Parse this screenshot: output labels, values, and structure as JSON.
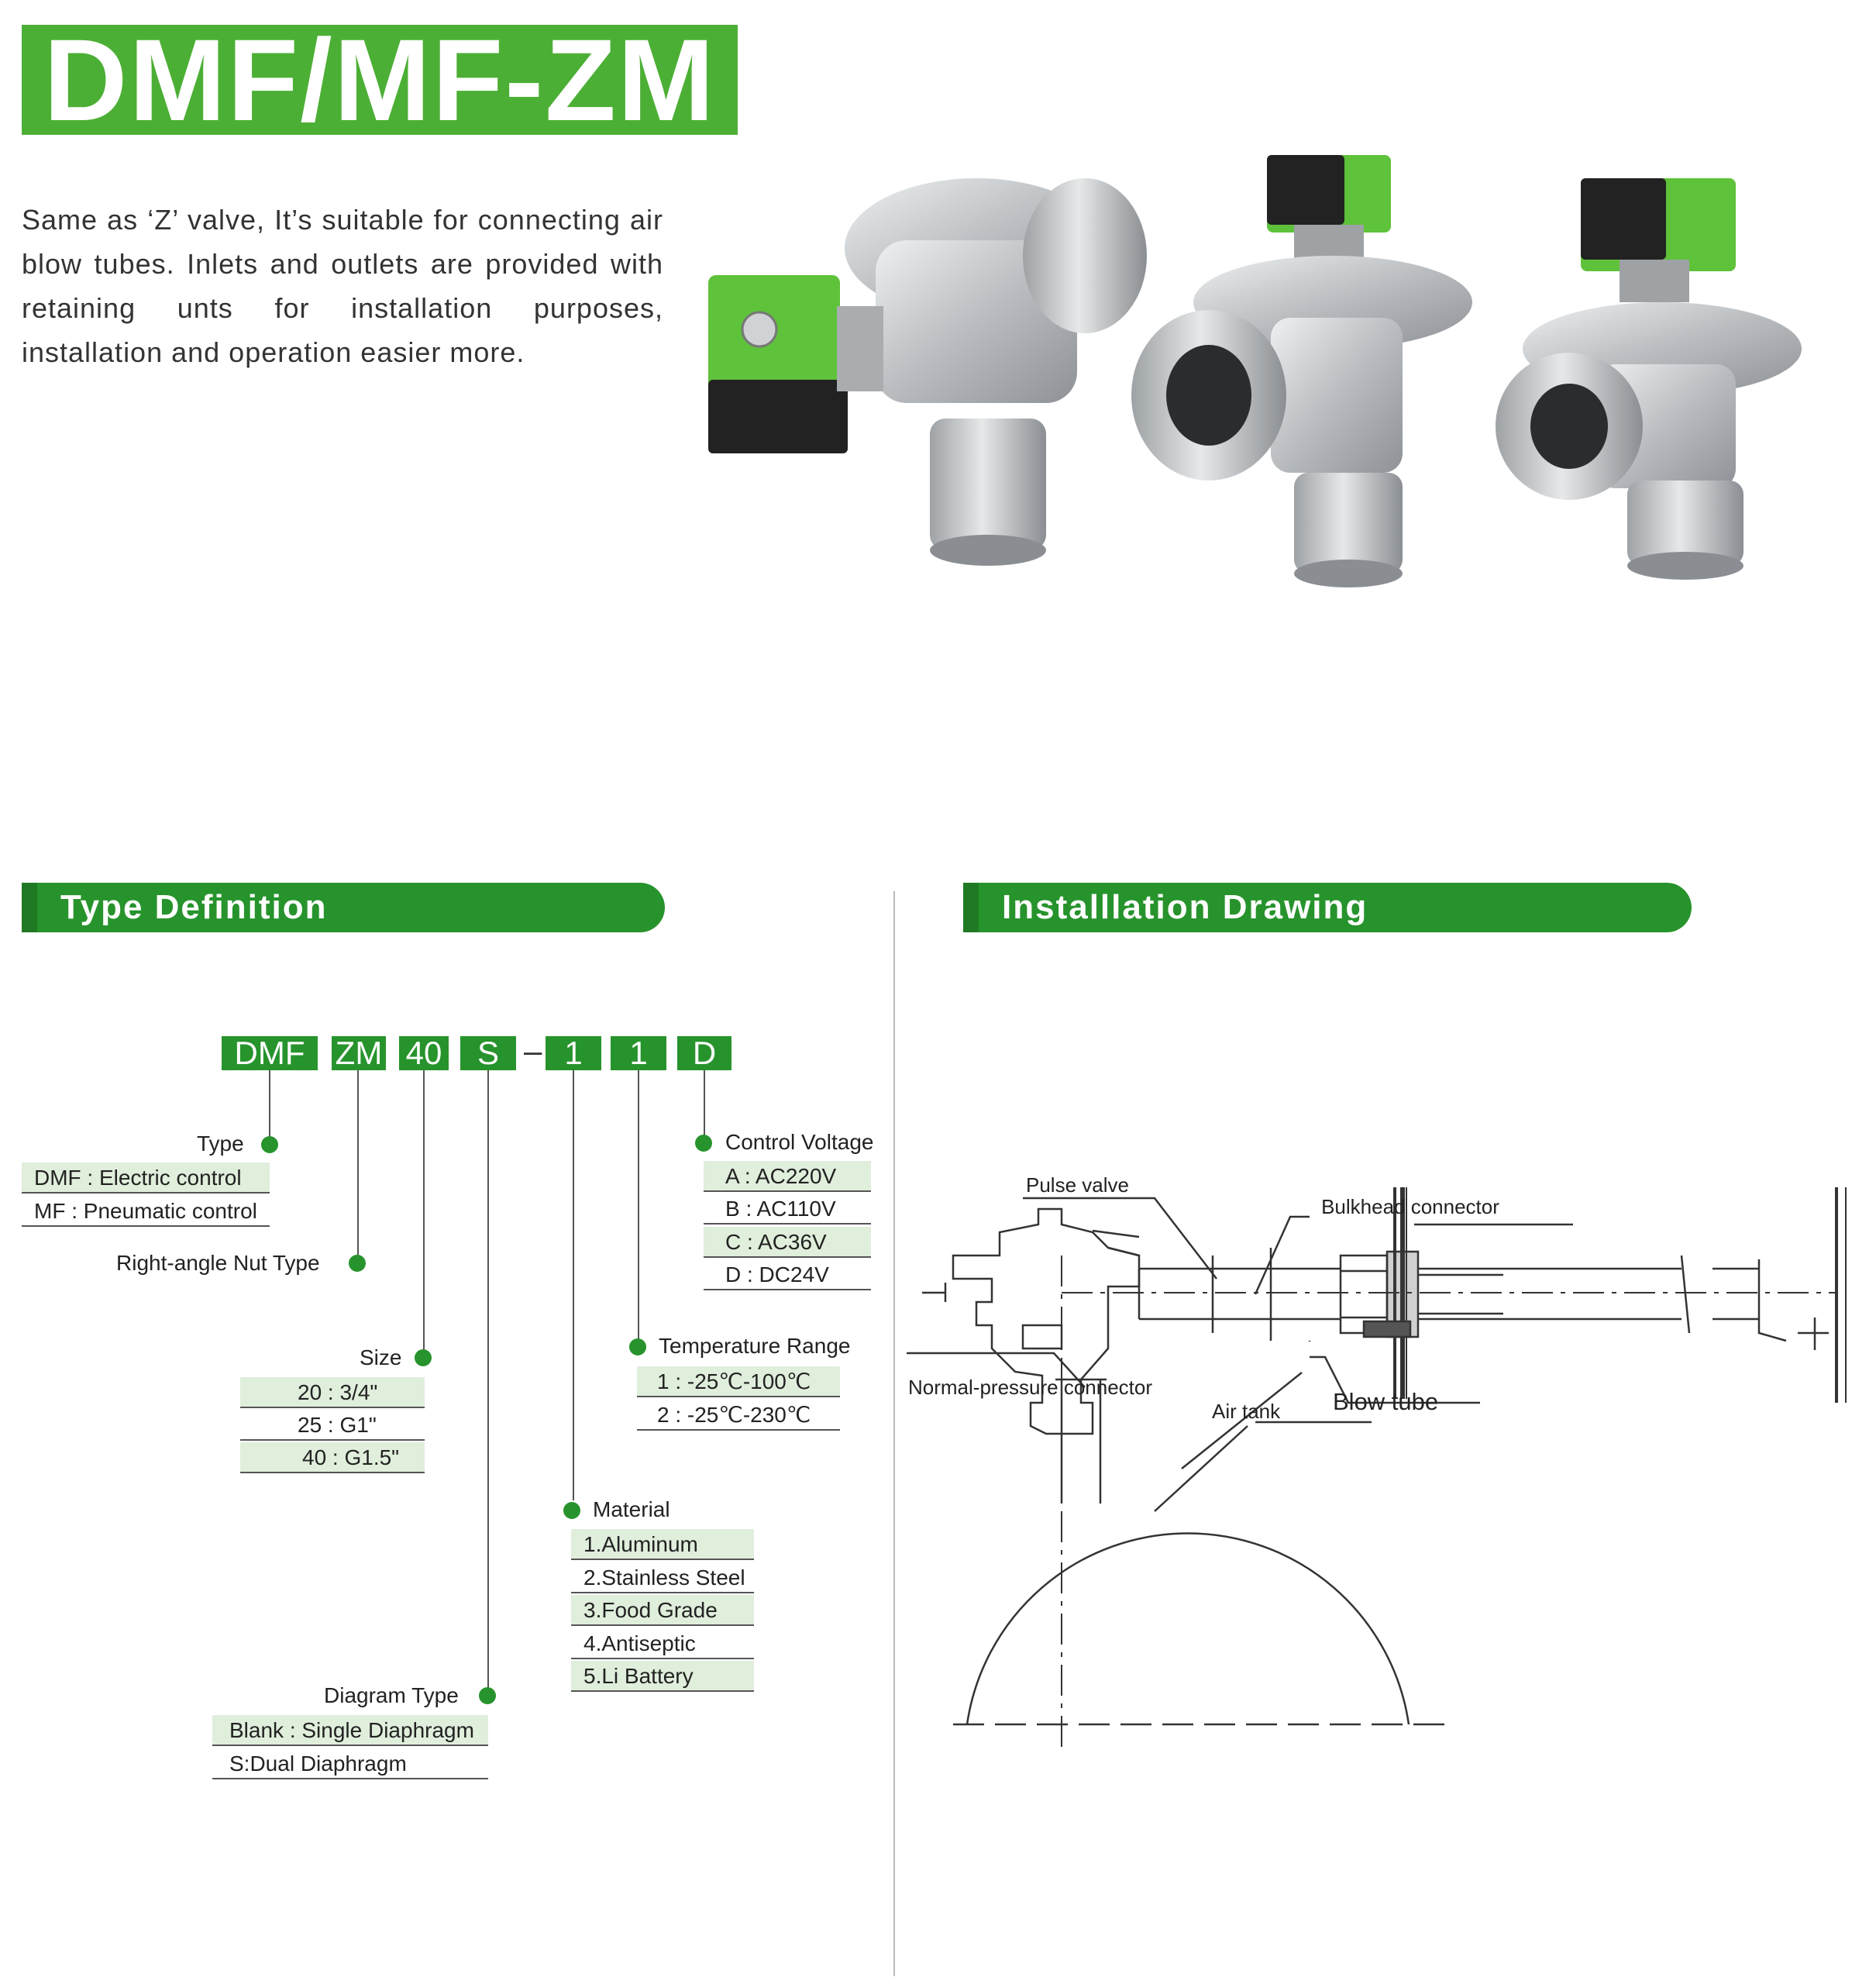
{
  "header": {
    "title": "DMF/MF-ZM",
    "description": "Same as ‘Z’ valve, It’s suitable for connecting air blow tubes. Inlets and outlets are provided with retaining unts for installation purposes, installation and operation easier more."
  },
  "sections": {
    "type_definition": "Type Definition",
    "installation_drawing": "Installlation Drawing"
  },
  "model_code": {
    "parts": [
      "DMF",
      "ZM",
      "40",
      "S",
      "1",
      "1",
      "D"
    ],
    "dash": "–"
  },
  "type_definition": {
    "type": {
      "label": "Type",
      "options": [
        "DMF : Electric control",
        "MF : Pneumatic control"
      ]
    },
    "nut_type": {
      "label": "Right-angle Nut Type"
    },
    "size": {
      "label": "Size",
      "options": [
        "20 : 3/4\"",
        "25 : G1\"",
        "40 : G1.5\""
      ]
    },
    "diagram_type": {
      "label": "Diagram Type",
      "options": [
        "Blank : Single Diaphragm",
        "S:Dual Diaphragm"
      ]
    },
    "material": {
      "label": "Material",
      "options": [
        "1.Aluminum",
        "2.Stainless Steel",
        "3.Food Grade",
        "4.Antiseptic",
        "5.Li Battery"
      ]
    },
    "temperature": {
      "label": "Temperature Range",
      "options": [
        "1 : -25℃-100℃",
        "2 : -25℃-230℃"
      ]
    },
    "voltage": {
      "label": "Control Voltage",
      "options": [
        "A : AC220V",
        "B : AC110V",
        "C : AC36V",
        "D : DC24V"
      ]
    }
  },
  "installation": {
    "pulse_valve": "Pulse valve",
    "bulkhead_connector": "Bulkhead connector",
    "blow_tube": "Blow tube",
    "normal_pressure_connector": "Normal-pressure connector",
    "air_tank": "Air tank"
  },
  "colors": {
    "title_green": "#4caf35",
    "section_green": "#27932c",
    "option_shade": "#e0eedc",
    "coil_green": "#5ec23a"
  }
}
